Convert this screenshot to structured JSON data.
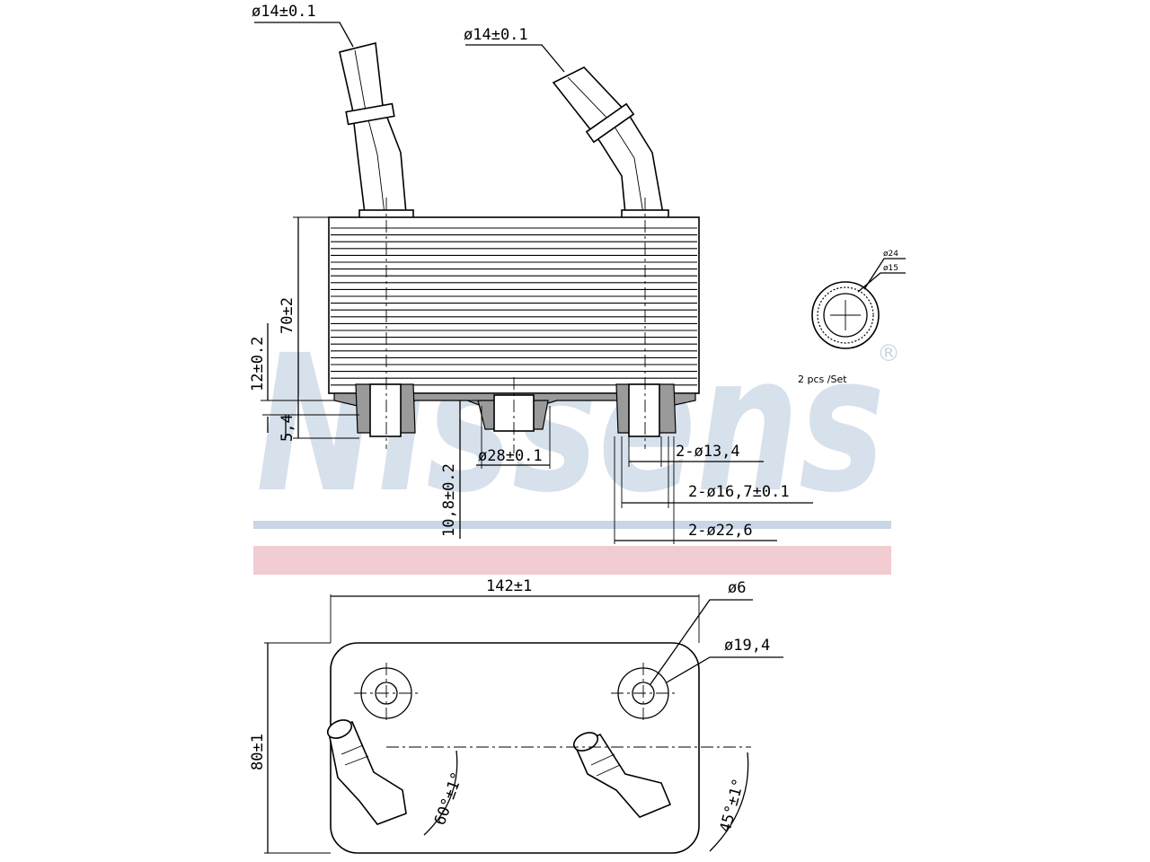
{
  "watermark": {
    "brand": "Nissens",
    "registered": "®",
    "stripe_blue": "#c8d6e6",
    "stripe_red": "#f1ccd2"
  },
  "side_view": {
    "dim_pipe_left": "ø14±0.1",
    "dim_pipe_right": "ø14±0.1",
    "dim_height": "70±2",
    "dim_12": "12±0.2",
    "dim_5_4": "5,4",
    "dim_28": "ø28±0.1",
    "dim_10_8": "10,8±0.2",
    "dim_13_4": "2-ø13,4",
    "dim_16_7": "2-ø16,7±0.1",
    "dim_22_6": "2-ø22,6"
  },
  "seal_detail": {
    "dim_outer": "ø24",
    "dim_inner": "ø15",
    "note": "2 pcs /Set"
  },
  "top_view": {
    "dim_length": "142±1",
    "dim_width": "80±1",
    "dim_6": "ø6",
    "dim_19_4": "ø19,4",
    "angle_60": "60°±1°",
    "angle_45": "45°±1°"
  }
}
